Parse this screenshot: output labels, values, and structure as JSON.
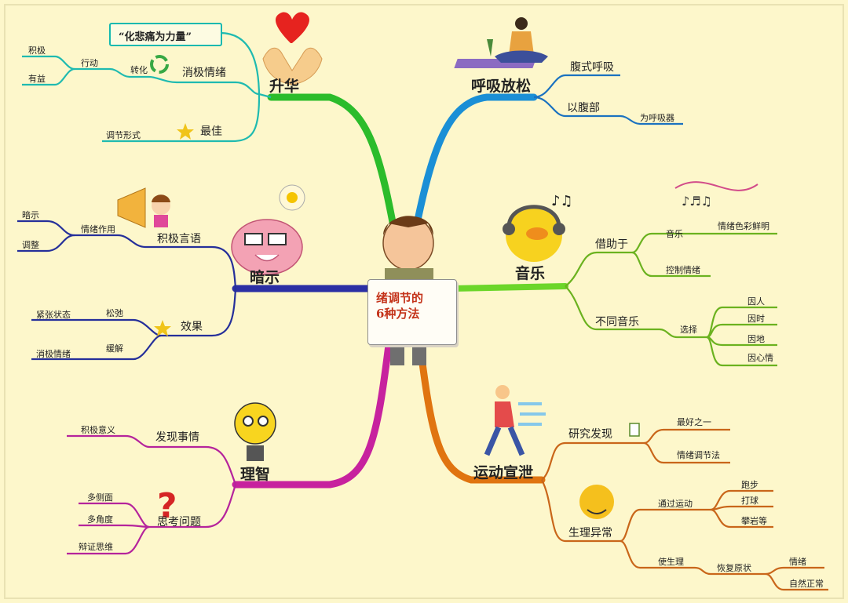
{
  "center": {
    "line1": "绪调节的",
    "line2": "6种方法"
  },
  "branches": {
    "shenghua": {
      "title": "升华",
      "color": "#19b4a9",
      "quote": "“化悲痛为力量”",
      "xiaoji": "消极情绪",
      "zhuanhua": "转化",
      "xingdong": "行动",
      "jiji": "积极",
      "youyi": "有益",
      "zuijia": "最佳",
      "tiaojie": "调节形式"
    },
    "huxi": {
      "title": "呼吸放松",
      "color": "#1b6fb8",
      "fushi": "腹式呼吸",
      "yifubu": "以腹部",
      "weihuxiqi": "为呼吸器"
    },
    "anshi": {
      "title": "暗示",
      "color": "#26328f",
      "jijiyanyu": "积极言语",
      "qingxuzuoyong": "情绪作用",
      "anshi2": "暗示",
      "tiaozheng": "调整",
      "xiaoguo": "效果",
      "songchi": "松弛",
      "jinzhang": "紧张状态",
      "huanjie": "缓解",
      "xiaojiqingxu": "消极情绪"
    },
    "yinyue": {
      "title": "音乐",
      "color": "#6bad25",
      "jiezhuyu": "借助于",
      "yinyue2": "音乐",
      "secai": "情绪色彩鲜明",
      "kongzhi": "控制情绪",
      "butong": "不同音乐",
      "xuanze": "选择",
      "yinren": "因人",
      "yinshi": "因时",
      "yindi": "因地",
      "yinxinqing": "因心情"
    },
    "lizhi": {
      "title": "理智",
      "color": "#b2289a",
      "faxian": "发现事情",
      "jijiyiyi": "积极意义",
      "sikao": "思考问题",
      "duocemian": "多侧面",
      "duojiaodu": "多角度",
      "bianzheng": "辩证思维"
    },
    "yundong": {
      "title": "运动宣泄",
      "color": "#cf6a14",
      "yanjiu": "研究发现",
      "zuihao": "最好之一",
      "tiejiefa": "情绪调节法",
      "shengli": "生理异常",
      "tongguo": "通过运动",
      "paobu": "跑步",
      "daqiu": "打球",
      "panyan": "攀岩等",
      "shishengli": "使生理",
      "huifu": "恢复原状",
      "qingxu": "情绪",
      "ziran": "自然正常"
    }
  }
}
